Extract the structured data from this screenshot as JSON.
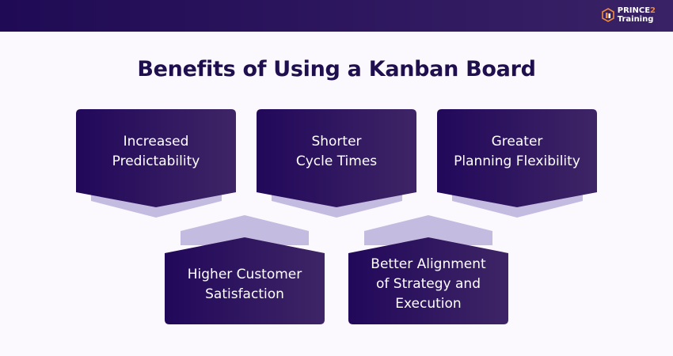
{
  "logo": {
    "brand": "PRINCE2",
    "brand_main": "PRINCE",
    "brand_num": "2",
    "sub": "Training"
  },
  "title": "Benefits of Using a Kanban Board",
  "benefits": [
    {
      "line1": "Increased",
      "line2": "Predictability"
    },
    {
      "line1": "Shorter",
      "line2": "Cycle Times"
    },
    {
      "line1": "Greater",
      "line2": "Planning Flexibility"
    },
    {
      "line1": "Higher Customer",
      "line2": "Satisfaction"
    },
    {
      "line1": "Better Alignment",
      "line2": "of Strategy and",
      "line3": "Execution"
    }
  ],
  "colors": {
    "card_start": "#22085a",
    "card_end": "#3e2566",
    "shadow": "#c4bbe0",
    "title": "#1f0f4f",
    "accent": "#f08a3c"
  }
}
